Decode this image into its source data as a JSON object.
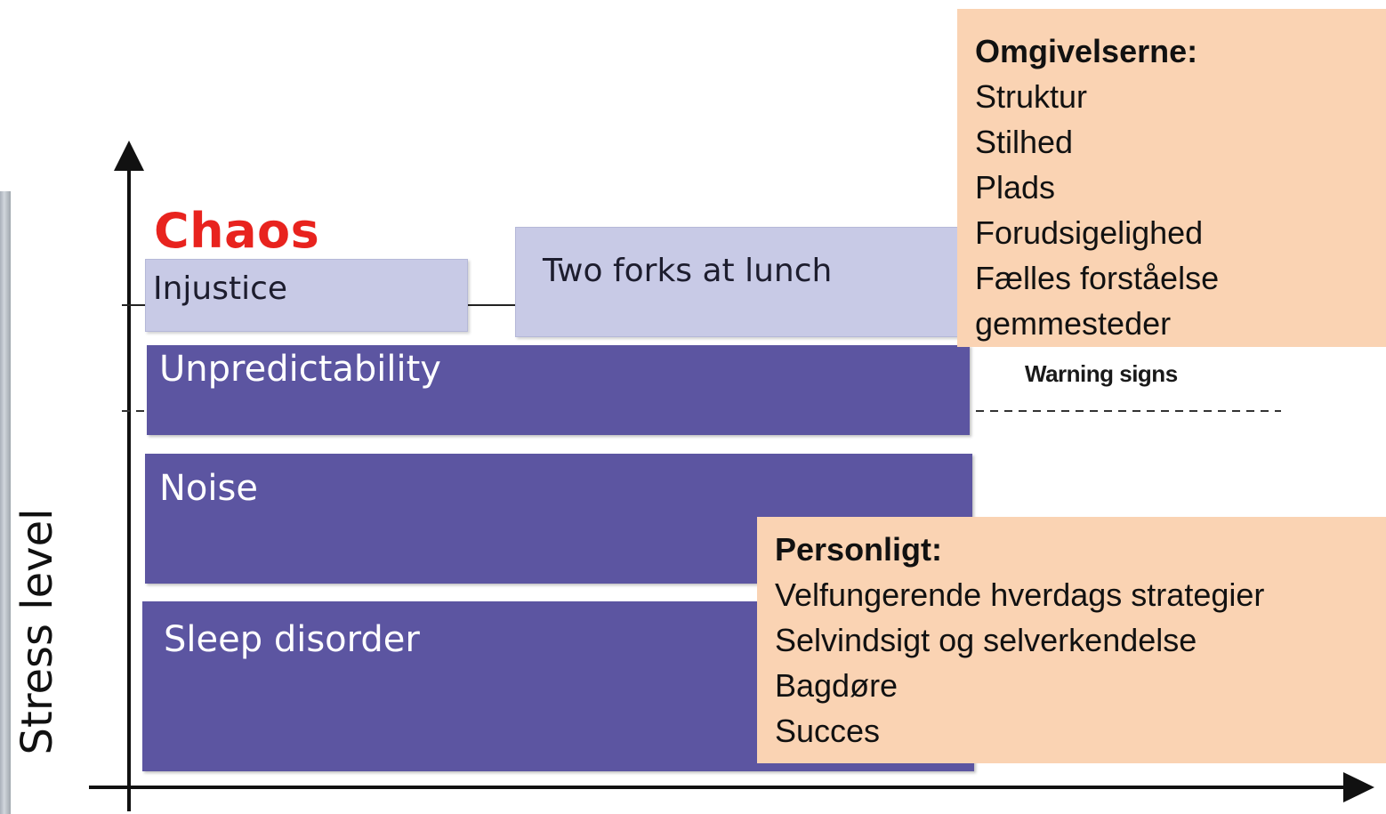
{
  "y_axis_label": "Stress level",
  "chaos_label": "Chaos",
  "warning_label": "Warning signs",
  "boxes": {
    "injustice": "Injustice",
    "two_forks": "Two forks at lunch",
    "unpredictability": "Unpredictability",
    "noise": "Noise",
    "sleep_disorder": "Sleep disorder"
  },
  "environment_note": {
    "heading": "Omgivelserne:",
    "items": [
      "Struktur",
      "Stilhed",
      "Plads",
      "Forudsigelighed",
      "Fælles forståelse",
      "gemmesteder"
    ]
  },
  "personal_note": {
    "heading": "Personligt:",
    "items": [
      "Velfungerende hverdags strategier",
      "Selvindsigt og selverkendelse",
      "Bagdøre",
      "Succes"
    ]
  },
  "colors": {
    "stressor_dark": "#5c55a1",
    "stressor_light": "#c8cae6",
    "chaos_red": "#e8231e",
    "note_peach": "#fad3b3"
  }
}
